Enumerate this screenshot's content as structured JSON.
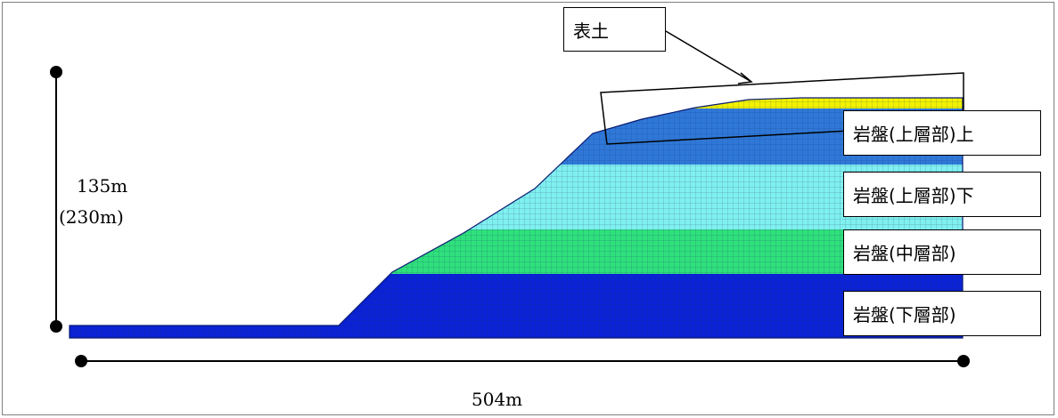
{
  "labels": {
    "topsoil": "表土",
    "rock_upper_top": "岩盤(上層部)上",
    "rock_upper_bottom": "岩盤(上層部)下",
    "rock_middle": "岩盤(中層部)",
    "rock_lower": "岩盤(下層部)"
  },
  "dimensions": {
    "height": "135m",
    "height_alt": "(230m)",
    "width": "504m"
  },
  "colors": {
    "topsoil": "#f2f200",
    "rock_upper_top": "#2f78d8",
    "rock_upper_bottom": "#7ff0ef",
    "rock_middle": "#2fe07c",
    "rock_lower": "#0a22d6",
    "mesh": "#2a4a7a",
    "frame": "#7f7f7f"
  }
}
